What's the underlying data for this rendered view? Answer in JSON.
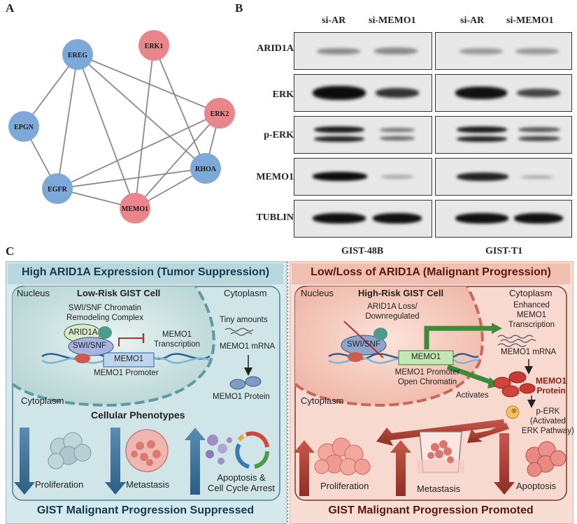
{
  "panels": {
    "a": "A",
    "b": "B",
    "c": "C"
  },
  "network": {
    "nodes": [
      {
        "id": "EREG",
        "group": "blue"
      },
      {
        "id": "ERK1",
        "group": "red"
      },
      {
        "id": "ERK2",
        "group": "red"
      },
      {
        "id": "EPGN",
        "group": "blue"
      },
      {
        "id": "RHOA",
        "group": "blue"
      },
      {
        "id": "EGFR",
        "group": "blue"
      },
      {
        "id": "MEMO1",
        "group": "red"
      }
    ],
    "edges": [
      [
        "EREG",
        "EPGN"
      ],
      [
        "EREG",
        "EGFR"
      ],
      [
        "EREG",
        "MEMO1"
      ],
      [
        "EREG",
        "ERK2"
      ],
      [
        "EREG",
        "RHOA"
      ],
      [
        "EPGN",
        "EGFR"
      ],
      [
        "EGFR",
        "ERK2"
      ],
      [
        "EGFR",
        "RHOA"
      ],
      [
        "EGFR",
        "MEMO1"
      ],
      [
        "ERK1",
        "MEMO1"
      ],
      [
        "ERK1",
        "RHOA"
      ],
      [
        "ERK2",
        "MEMO1"
      ],
      [
        "ERK2",
        "RHOA"
      ],
      [
        "RHOA",
        "MEMO1"
      ]
    ],
    "colors": {
      "blue": "#7ea8d8",
      "red": "#e8868c"
    }
  },
  "blot": {
    "conditions": [
      "si-AR",
      "si-MEMO1",
      "si-AR",
      "si-MEMO1"
    ],
    "proteins": [
      "ARID1A",
      "ERK",
      "p-ERK",
      "MEMO1",
      "TUBLIN"
    ],
    "cell_lines": [
      "GIST-48B",
      "GIST-T1"
    ]
  },
  "left": {
    "header": "High ARID1A Expression (Tumor Suppression)",
    "nucleus": "Nucleus",
    "cell_title": "Low-Risk GIST Cell",
    "cytoplasm_top": "Cytoplasm",
    "complex_line1": "SWI/SNF Chromatin",
    "complex_line2": "Remodeling Complex",
    "arid1a": "ARID1A",
    "swisnf": "SWI/SNF",
    "memo1_gene": "MEMO1",
    "promoter": "MEMO1 Promoter",
    "transcription_line1": "MEMO1",
    "transcription_line2": "Transcription",
    "tiny_line1": "Tiny amounts",
    "tiny_line2": "MEMO1 mRNA",
    "protein": "MEMO1 Protein",
    "cytoplasm_bottom": "Cytoplasm",
    "phenotypes": "Cellular Phenotypes",
    "proliferation": "Proliferation",
    "metastasis": "Metastasis",
    "apoptosis_line1": "Apoptosis &",
    "apoptosis_line2": "Cell Cycle Arrest",
    "footer": "GIST Malignant Progression Suppressed"
  },
  "right": {
    "header": "Low/Loss of ARID1A (Malignant Progression)",
    "nucleus": "Nucleus",
    "cell_title": "High-Risk GIST Cell",
    "cytoplasm_top": "Cytoplasm",
    "loss_line1": "ARID1A Loss/",
    "loss_line2": "Downregulated",
    "swisnf": "SWI/SNF",
    "memo1_gene": "MEMO1",
    "promoter_line1": "MEMO1 Promoter",
    "promoter_line2": "Open Chromatin",
    "enhanced_line1": "Enhanced",
    "enhanced_line2": "MEMO1",
    "enhanced_line3": "Transcription",
    "mrna": "MEMO1 mRNA",
    "protein_line1": "MEMO1",
    "protein_line2": "Protein",
    "activates": "Activates",
    "perk_line1": "p-ERK",
    "perk_line2": "(Activated",
    "perk_line3": "ERK Pathway)",
    "cytoplasm_bottom": "Cytoplasm",
    "proliferation": "Proliferation",
    "metastasis": "Metastasis",
    "apoptosis": "Apoptosis",
    "footer": "GIST Malignant Progression Promoted"
  }
}
